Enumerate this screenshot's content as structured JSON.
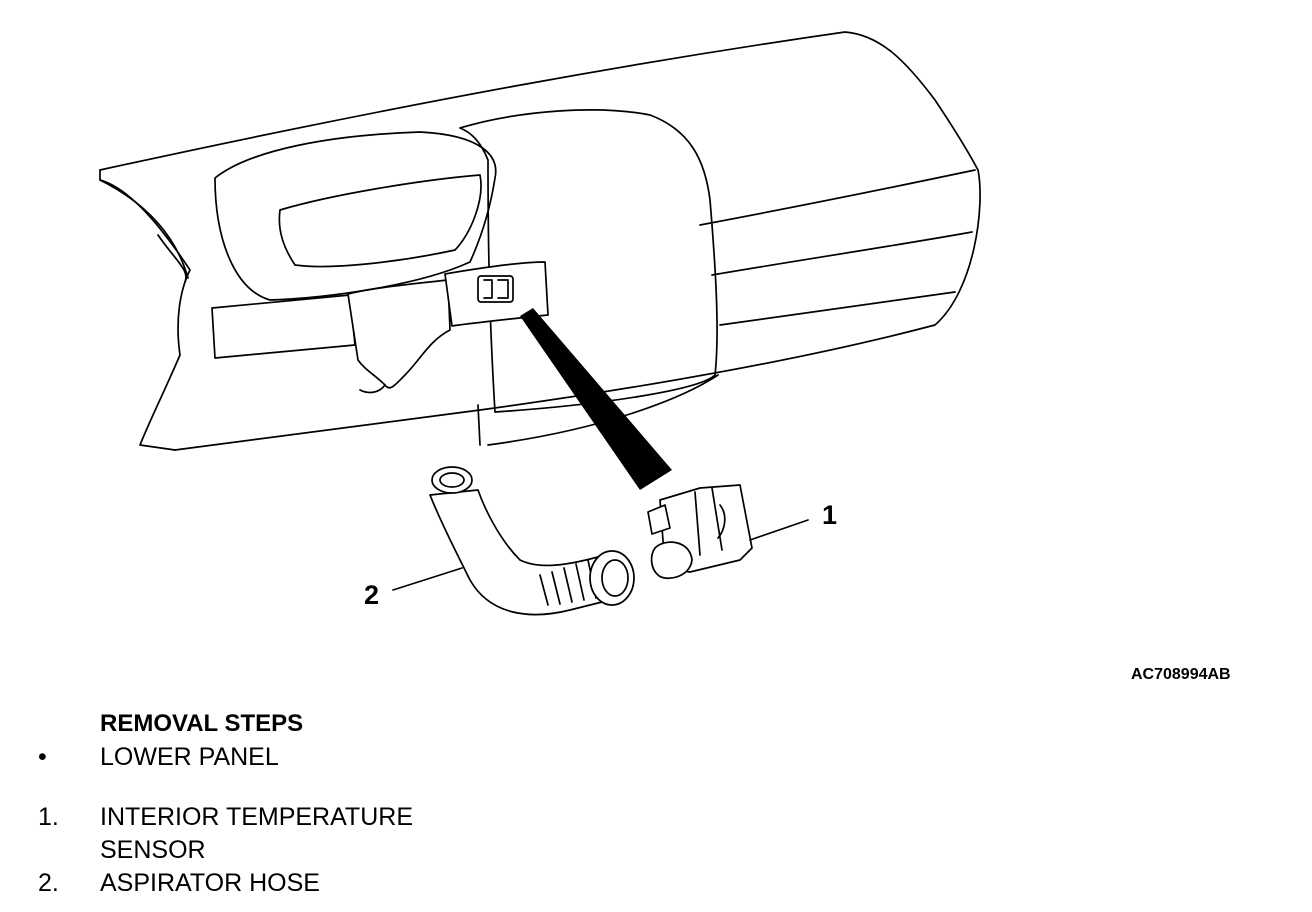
{
  "figure": {
    "callouts": [
      "1",
      "2"
    ],
    "code": "AC708994AB"
  },
  "removal": {
    "title": "REMOVAL STEPS",
    "steps": [
      {
        "marker": "•",
        "lines": [
          "LOWER PANEL"
        ]
      },
      {
        "marker": "1.",
        "lines": [
          "INTERIOR TEMPERATURE",
          "SENSOR"
        ]
      },
      {
        "marker": "2.",
        "lines": [
          "ASPIRATOR HOSE"
        ]
      }
    ]
  }
}
